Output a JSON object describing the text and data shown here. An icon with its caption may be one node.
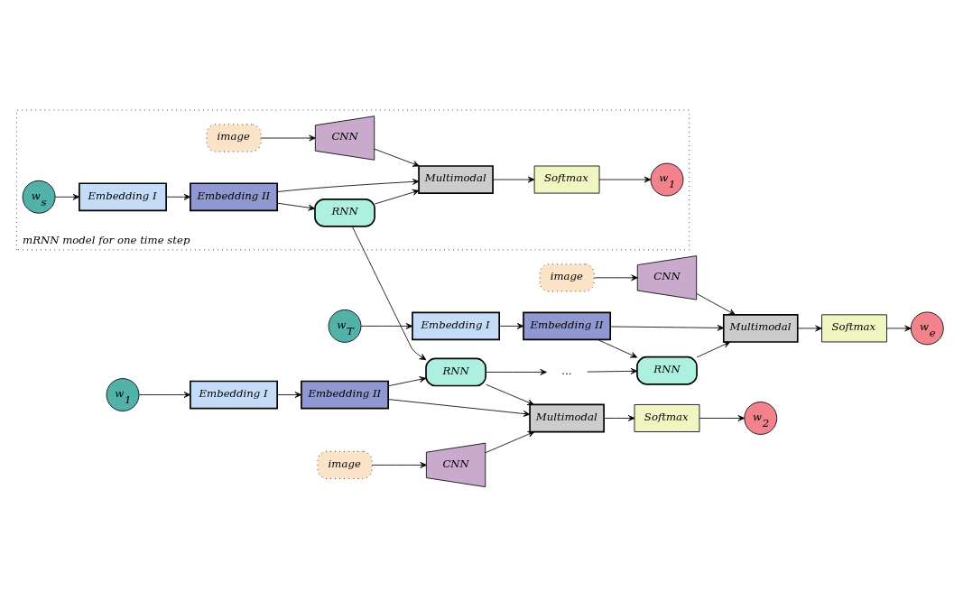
{
  "diagram": {
    "nodes": [
      {
        "text": [
          "mRNN model for one time step"
        ]
      },
      {
        "text": [
          "w$_{s}$"
        ],
        "in": 0
      },
      {
        "text": [
          "Embedding I"
        ],
        "in": 0
      },
      {
        "text": [
          "Embedding II"
        ],
        "in": 0
      },
      {
        "text": [
          "RNN"
        ],
        "in": 0
      },
      {
        "text": [
          "Multimodal"
        ],
        "in": 0
      },
      {
        "text": [
          "Softmax"
        ],
        "in": 0
      },
      {
        "text": [
          "w$_{1}$"
        ],
        "in": 0
      },
      {
        "text": [
          "CNN"
        ],
        "in": 0
      },
      {
        "text": [
          "image"
        ],
        "in": 0
      },
      {
        "text": [
          "w$_{1}$"
        ]
      },
      {
        "text": [
          "Embedding I"
        ]
      },
      {
        "text": [
          "Embedding II"
        ]
      },
      {
        "text": [
          "RNN"
        ]
      },
      {
        "text": [
          "Multimodal"
        ]
      },
      {
        "text": [
          "Softmax"
        ]
      },
      {
        "text": [
          "w$_{2}$"
        ]
      },
      {
        "text": [
          "CNN"
        ]
      },
      {
        "text": [
          "image"
        ]
      },
      {
        "text": [
          "..."
        ]
      },
      {
        "text": [
          "w$_{T}$"
        ]
      },
      {
        "text": [
          "Embedding I"
        ]
      },
      {
        "text": [
          "Embedding II"
        ]
      },
      {
        "text": [
          "RNN"
        ]
      },
      {
        "text": [
          "Multimodal"
        ]
      },
      {
        "text": [
          "Softmax"
        ]
      },
      {
        "text": [
          "w$_{e}$"
        ]
      },
      {
        "text": [
          "CNN"
        ]
      },
      {
        "text": [
          "image"
        ]
      }
    ],
    "edges": [
      {
        "from": 1,
        "to": 2,
        "arrow": "to"
      },
      {
        "from": 2,
        "to": 3,
        "arrow": "to"
      },
      {
        "from": 3,
        "to": 4,
        "arrow": "to"
      },
      {
        "from": 3,
        "to": 5,
        "arrow": "to"
      },
      {
        "from": 4,
        "to": 5,
        "arrow": "to"
      },
      {
        "from": 5,
        "to": 6,
        "arrow": "to"
      },
      {
        "from": 6,
        "to": 7,
        "arrow": "to"
      },
      {
        "from": 9,
        "to": 8,
        "arrow": "to"
      },
      {
        "from": 8,
        "to": 5,
        "arrow": "to"
      },
      {
        "from": 4,
        "to": 13,
        "arrow": "to"
      },
      {
        "from": 10,
        "to": 11,
        "arrow": "to"
      },
      {
        "from": 11,
        "to": 12,
        "arrow": "to"
      },
      {
        "from": 12,
        "to": 13,
        "arrow": "to"
      },
      {
        "from": 12,
        "to": 14,
        "arrow": "to"
      },
      {
        "from": 13,
        "to": 14,
        "arrow": "to"
      },
      {
        "from": 14,
        "to": 15,
        "arrow": "to"
      },
      {
        "from": 15,
        "to": 16,
        "arrow": "to"
      },
      {
        "from": 18,
        "to": 17,
        "arrow": "to"
      },
      {
        "from": 17,
        "to": 14,
        "arrow": "to"
      },
      {
        "from": 13,
        "to": 19,
        "arrow": "to"
      },
      {
        "from": 19,
        "to": 23,
        "arrow": "to"
      },
      {
        "from": 20,
        "to": 21,
        "arrow": "to"
      },
      {
        "from": 21,
        "to": 22,
        "arrow": "to"
      },
      {
        "from": 22,
        "to": 23,
        "arrow": "to"
      },
      {
        "from": 22,
        "to": 24,
        "arrow": "to"
      },
      {
        "from": 23,
        "to": 24,
        "arrow": "to"
      },
      {
        "from": 24,
        "to": 25,
        "arrow": "to"
      },
      {
        "from": 25,
        "to": 26,
        "arrow": "to"
      },
      {
        "from": 28,
        "to": 27,
        "arrow": "to"
      },
      {
        "from": 27,
        "to": 24,
        "arrow": "to"
      }
    ]
  }
}
